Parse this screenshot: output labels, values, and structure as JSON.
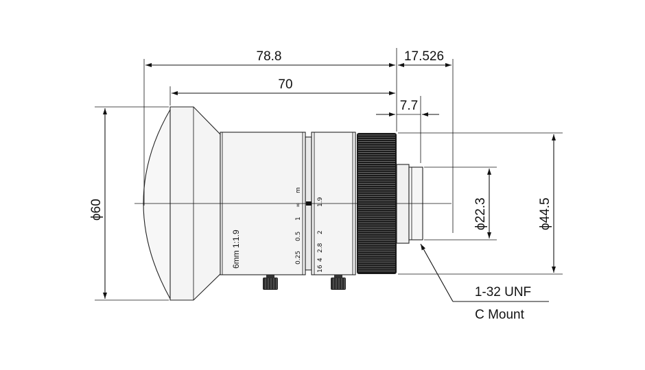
{
  "dimensions": {
    "overall_length": "78.8",
    "body_length": "70",
    "flange_back": "17.526",
    "mount_depth": "7.7",
    "front_diameter": "ϕ60",
    "mount_thread_diameter": "ϕ22.3",
    "rear_diameter": "ϕ44.5"
  },
  "lens_label": "6mm 1:1.9",
  "focus_scale": {
    "unit": "m",
    "marks": [
      "∞",
      "1",
      "0.5",
      "0.25"
    ]
  },
  "iris_scale": {
    "marks": [
      "1.9",
      "2",
      "2.8",
      "4",
      "16"
    ]
  },
  "mount_note": {
    "thread": "1-32 UNF",
    "mount": "C Mount"
  },
  "colors": {
    "line": "#111111",
    "body_fill": "#f4f4f4",
    "knurl": "#1a1a1a"
  }
}
